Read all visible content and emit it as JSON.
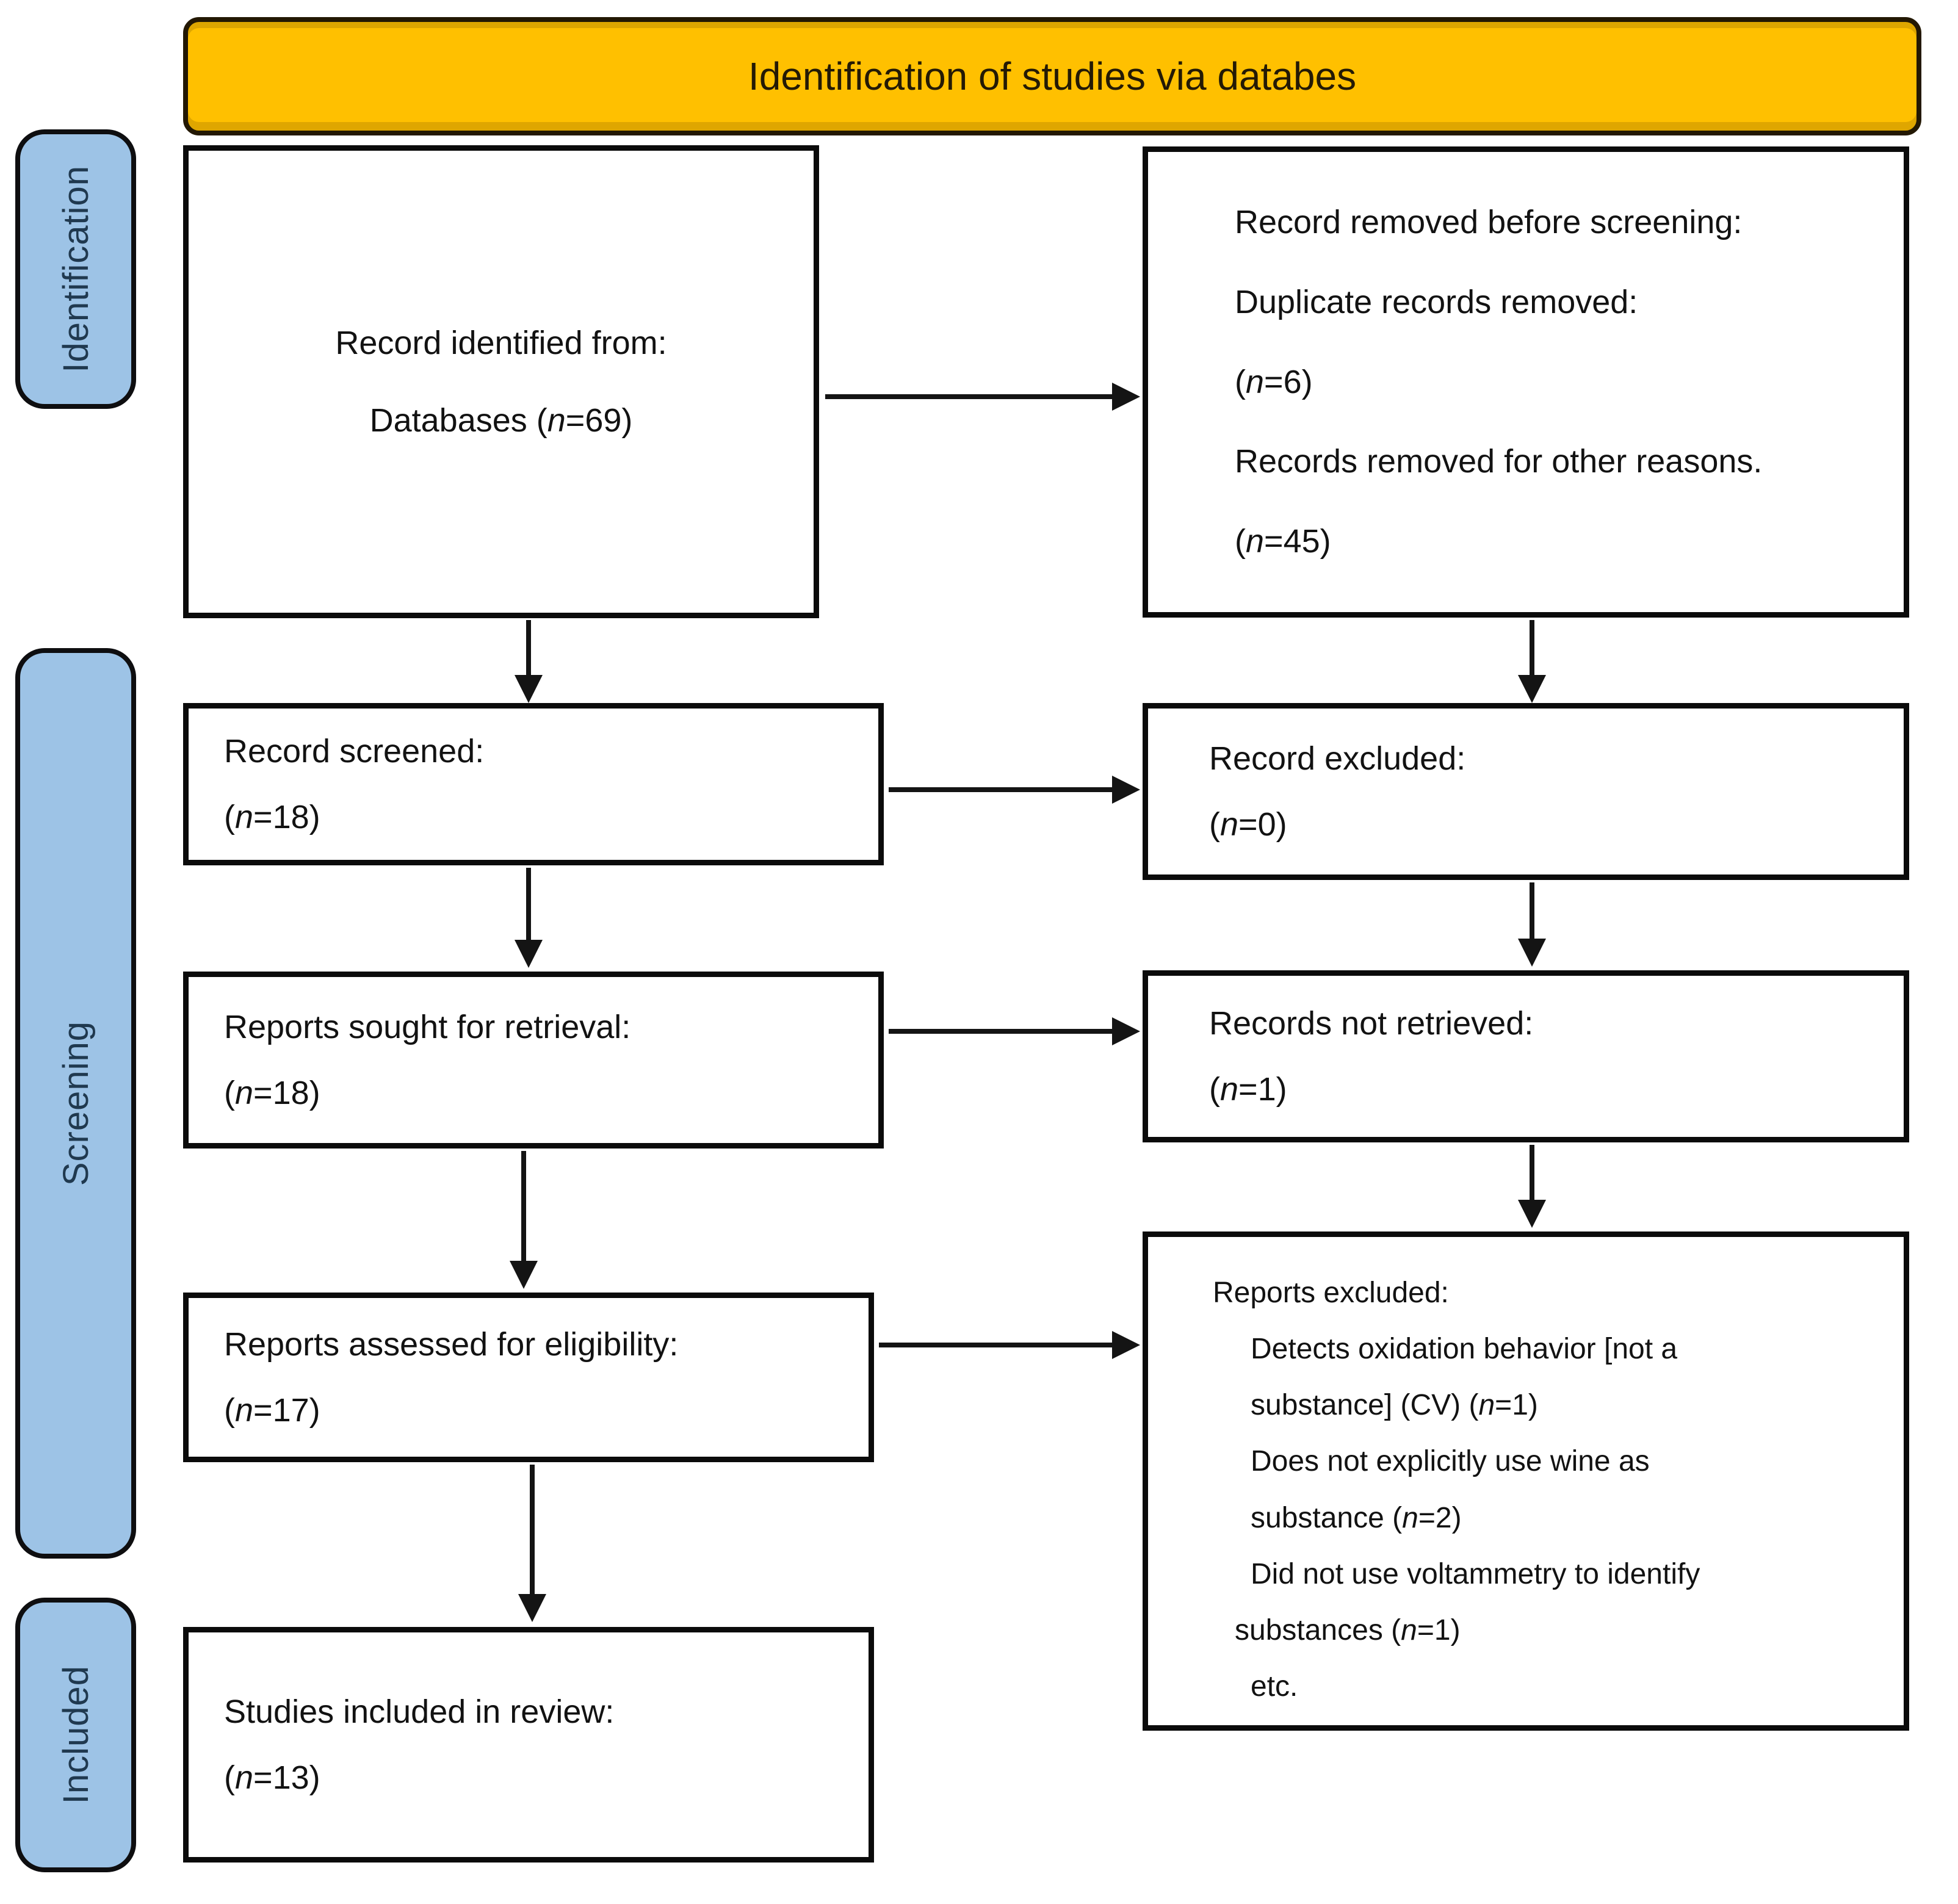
{
  "title": "Identification of studies via databes",
  "colors": {
    "title_bg": "#FFC000",
    "stage_bg": "#9DC3E6",
    "stage_text": "#20394F",
    "line": "#141414"
  },
  "stages": {
    "identification": "Identification",
    "screening": "Screening",
    "included": "Included"
  },
  "boxes": {
    "identified": [
      "Record identified from:",
      "Databases (*n*=69)"
    ],
    "removed_before_screening": [
      "Record removed before screening:",
      "Duplicate records removed:",
      "(*n*=6)",
      "Records removed for other reasons.",
      "(*n*=45)"
    ],
    "screened": [
      "Record screened:",
      "(*n*=18)"
    ],
    "excluded": [
      "Record excluded:",
      "(*n*=0)"
    ],
    "sought": [
      "Reports sought for retrieval:",
      "(*n*=18)"
    ],
    "not_retrieved": [
      "Records not retrieved:",
      "(*n*=1)"
    ],
    "assessed": [
      "Reports assessed for eligibility:",
      "(*n*=17)"
    ],
    "reports_excluded": [
      "Reports excluded:",
      "Detects oxidation behavior [not a",
      "substance] (CV) (*n*=1)",
      "Does not explicitly use wine as",
      "substance (*n*=2)",
      "Did not use voltammetry to identify",
      "substances (*n*=1)",
      "etc."
    ],
    "included_in_review": [
      "Studies included in review:",
      "(*n*=13)"
    ]
  }
}
